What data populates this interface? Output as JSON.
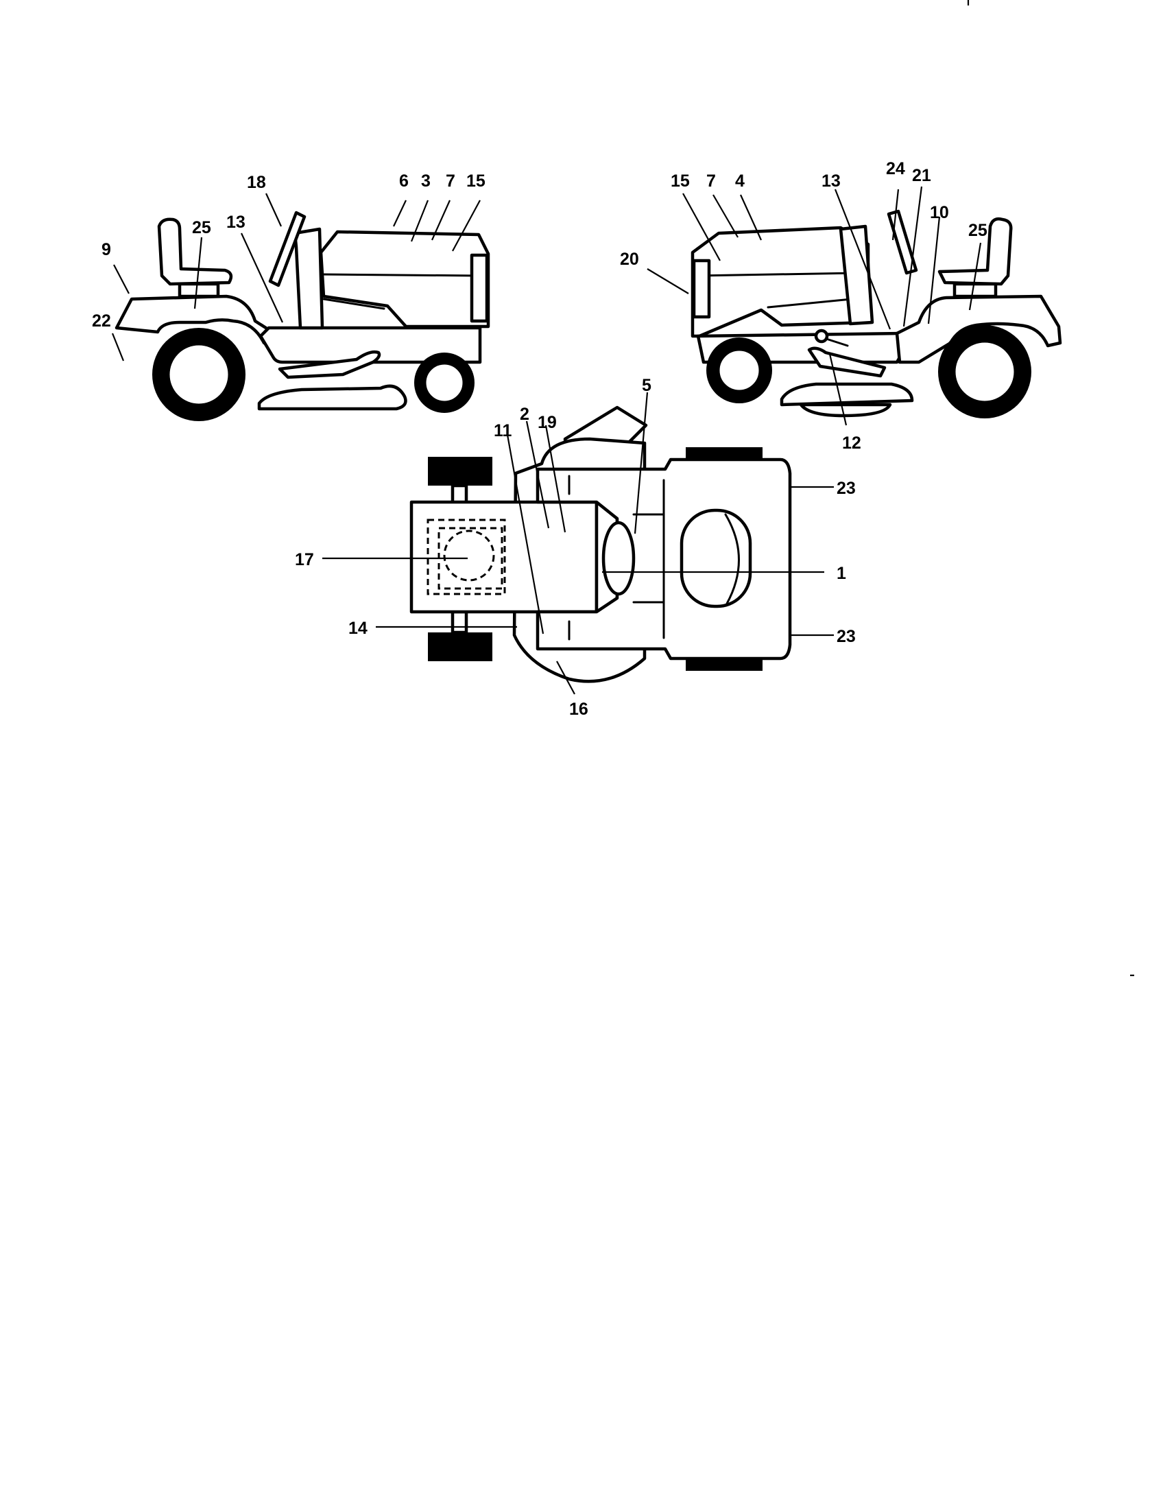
{
  "callouts": {
    "left_view": {
      "c18": "18",
      "c6": "6",
      "c3": "3",
      "c7": "7",
      "c15": "15",
      "c9": "9",
      "c25": "25",
      "c13": "13",
      "c22": "22"
    },
    "right_view": {
      "c15": "15",
      "c7": "7",
      "c4": "4",
      "c13": "13",
      "c24": "24",
      "c21": "21",
      "c10": "10",
      "c25": "25",
      "c20": "20",
      "c12": "12"
    },
    "top_view": {
      "c5": "5",
      "c2": "2",
      "c19": "19",
      "c11": "11",
      "c23a": "23",
      "c17": "17",
      "c1": "1",
      "c14": "14",
      "c23b": "23",
      "c16": "16"
    }
  }
}
